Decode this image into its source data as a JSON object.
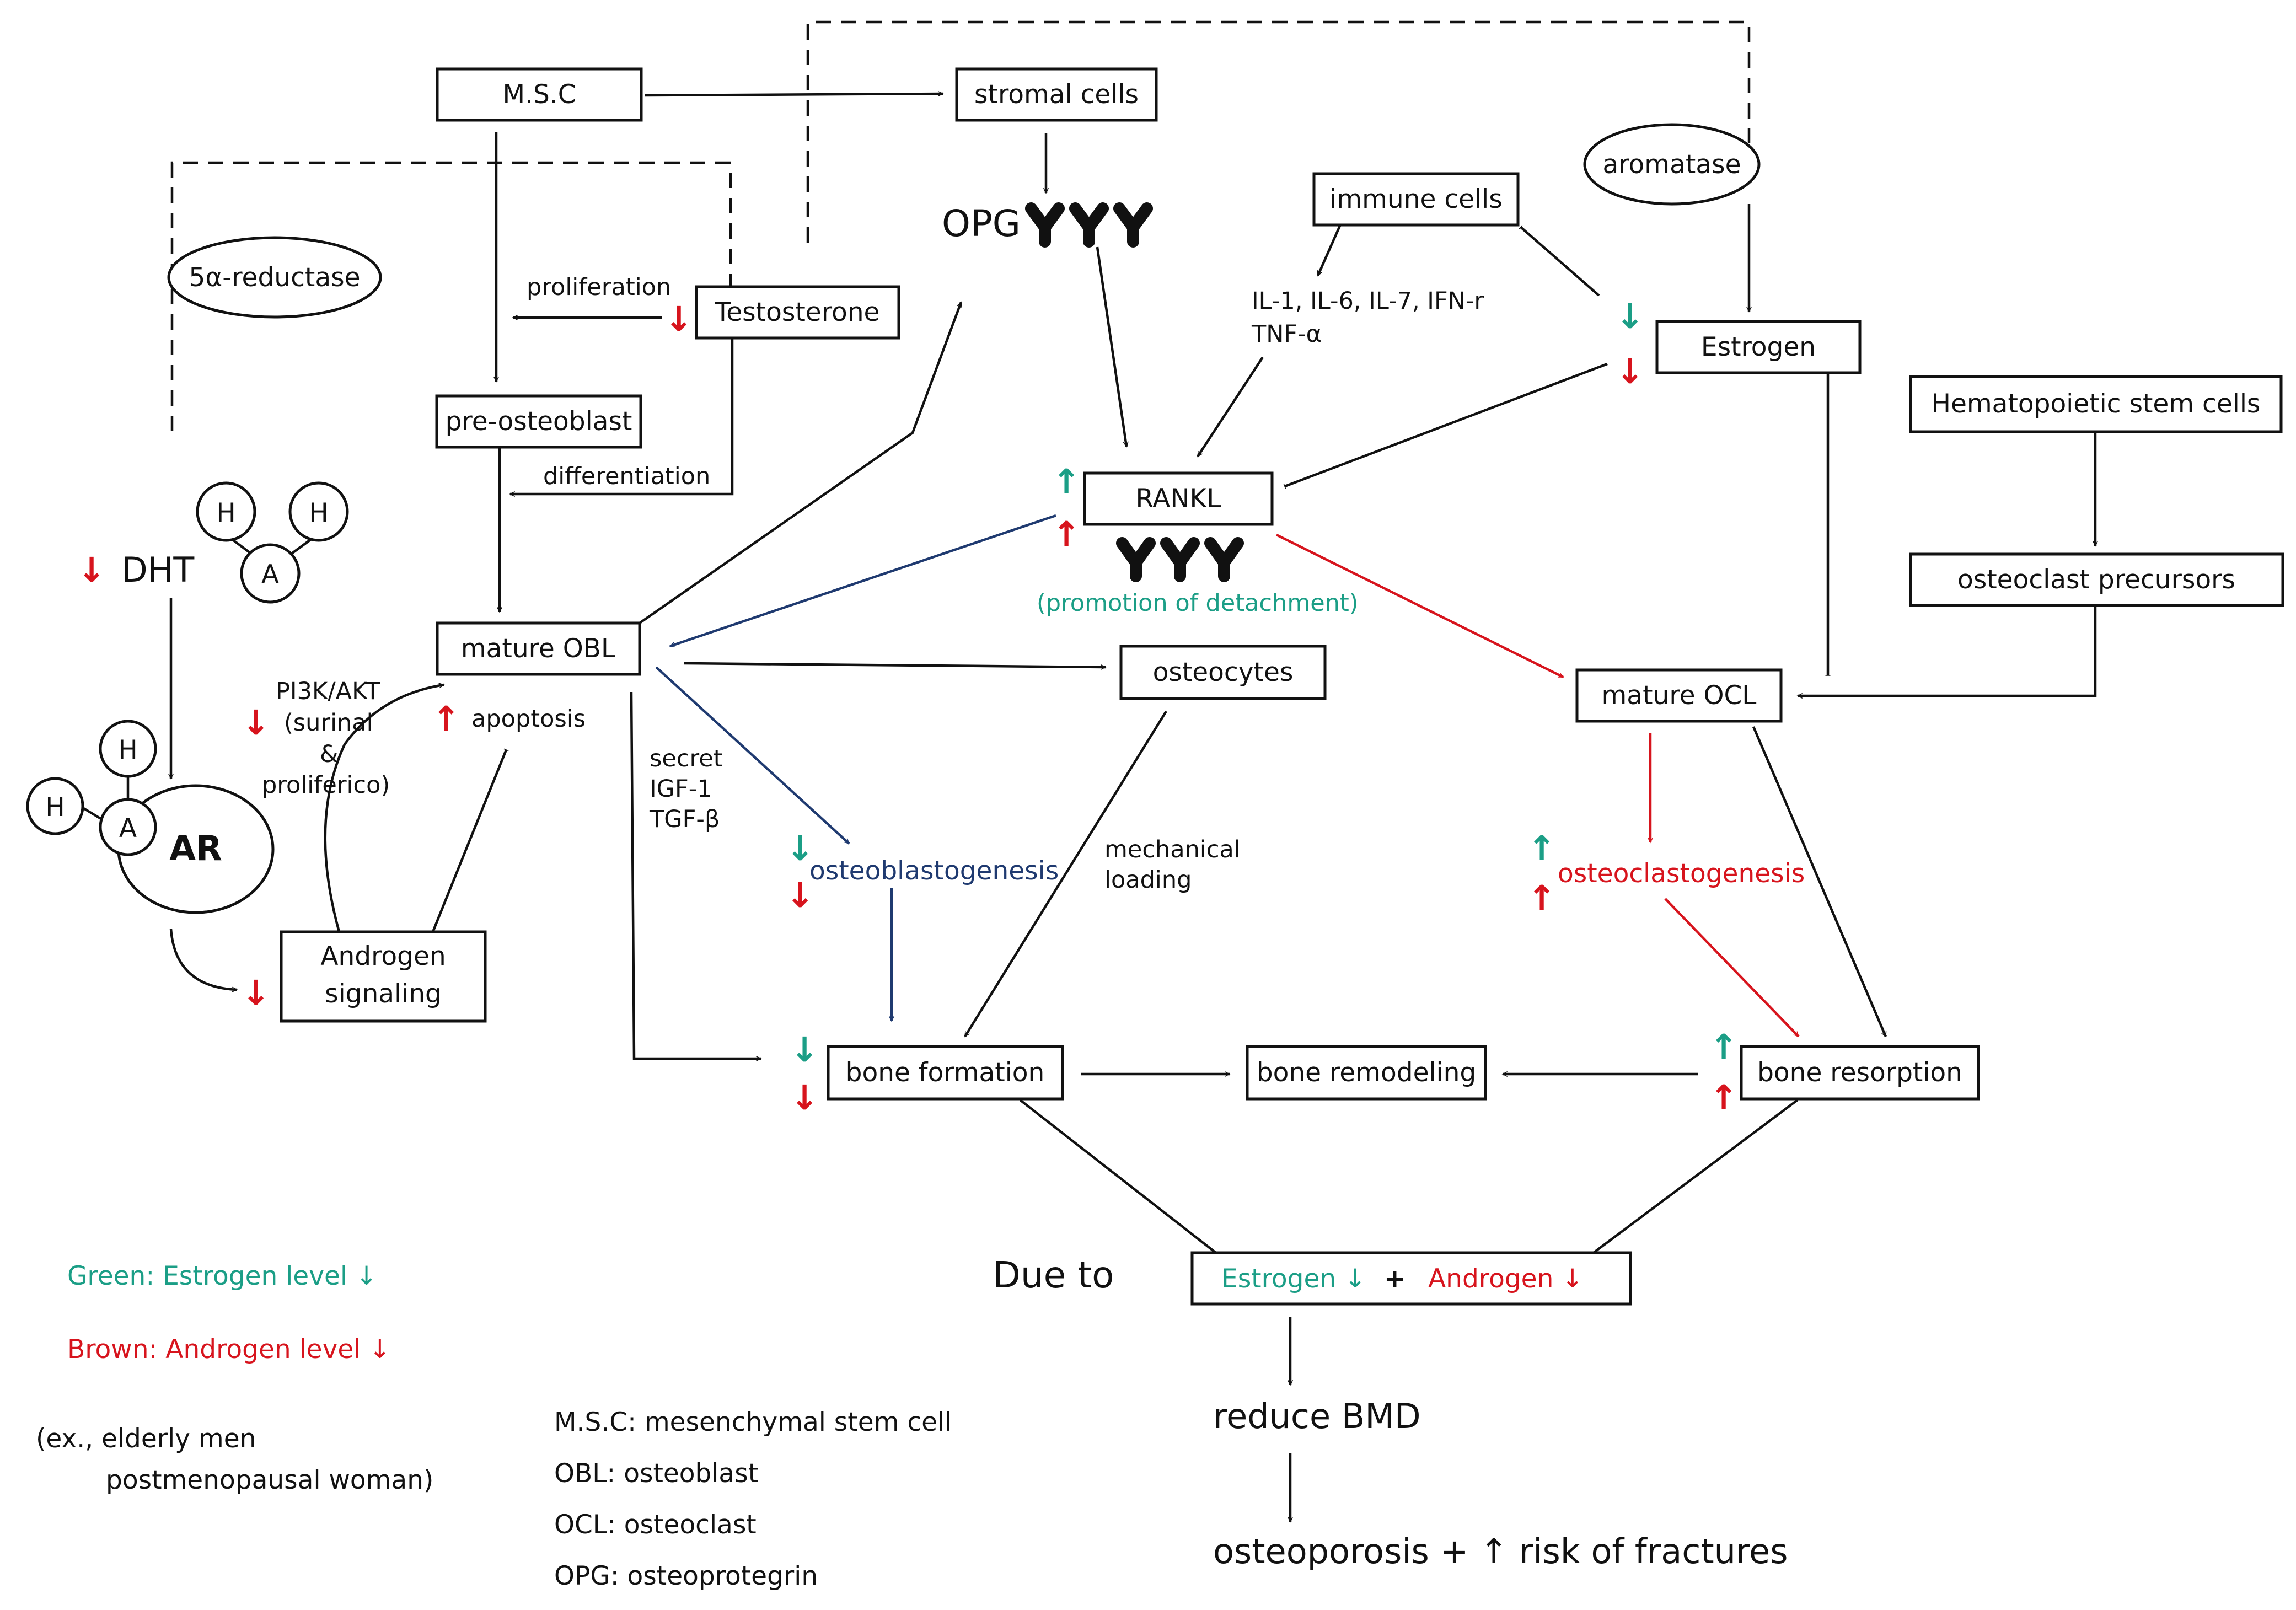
{
  "colors": {
    "estrogen_green": "#1b9e86",
    "androgen_red": "#d7141d",
    "pathway_blue": "#1f3a70",
    "line_black": "#111111"
  },
  "nodes": {
    "msc": "M.S.C",
    "stromal": "stromal cells",
    "opg": "OPG",
    "immune": "immune cells",
    "aromatase": "aromatase",
    "reductase": "5α-reductase",
    "testosterone": "Testosterone",
    "estrogen": "Estrogen",
    "preosteoblast": "pre-osteoblast",
    "rankl": "RANKL",
    "hsc": "Hematopoietic stem cells",
    "ocl_precursors": "osteoclast precursors",
    "mature_obl": "mature OBL",
    "osteocytes": "osteocytes",
    "mature_ocl": "mature OCL",
    "androgen_signaling_1": "Androgen",
    "androgen_signaling_2": "signaling",
    "bone_formation": "bone formation",
    "bone_remodeling": "bone remodeling",
    "bone_resorption": "bone resorption",
    "dht": "DHT",
    "ar": "AR",
    "h": "H",
    "a": "A"
  },
  "labels": {
    "proliferation": "proliferation",
    "differentiation": "differentiation",
    "cytokines_1": "IL-1, IL-6, IL-7, IFN-r",
    "cytokines_2": "TNF-α",
    "detachment": "(promotion of detachment)",
    "pi3k_1": "PI3K/AKT",
    "pi3k_2": "(surinal",
    "pi3k_3": "&",
    "pi3k_4": "proliferico)",
    "apoptosis": "apoptosis",
    "secret_1": "secret",
    "secret_2": "IGF-1",
    "secret_3": "TGF-β",
    "osteoblastogenesis": "osteoblastogenesis",
    "osteoclastogenesis": "osteoclastogenesis",
    "mechanical_1": "mechanical",
    "mechanical_2": "loading",
    "due_to": "Due to",
    "estrogen_down": "Estrogen ↓",
    "plus": "+",
    "androgen_down": "Androgen ↓",
    "reduce_bmd": "reduce BMD",
    "osteoporosis": "osteoporosis + ↑ risk of fractures"
  },
  "legend": {
    "green": "Green: Estrogen level ↓",
    "brown": "Brown: Androgen level ↓",
    "example_1": "(ex., elderly men",
    "example_2": "postmenopausal woman)"
  },
  "abbreviations": [
    "M.S.C: mesenchymal stem cell",
    "OBL: osteoblast",
    "OCL: osteoclast",
    "OPG: osteoprotegrin"
  ],
  "markers": {
    "up": "↑",
    "down": "↓"
  }
}
